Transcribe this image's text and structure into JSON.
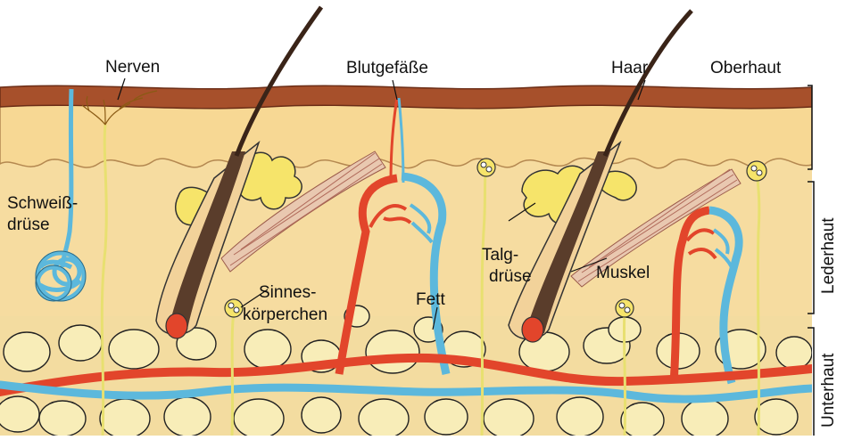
{
  "diagram": {
    "labels": {
      "nerven": "Nerven",
      "blutgefaesse": "Blutgefäße",
      "haar": "Haar",
      "oberhaut": "Oberhaut",
      "schweiss_1": "Schweiß-",
      "schweiss_2": "drüse",
      "sinnes_1": "Sinnes-",
      "sinnes_2": "körperchen",
      "fett": "Fett",
      "talg_1": "Talg-",
      "talg_2": "drüse",
      "muskel": "Muskel",
      "lederhaut": "Lederhaut",
      "unterhaut": "Unterhaut"
    },
    "colors": {
      "epidermis": "#a7502b",
      "dermis": "#f6dca0",
      "fat_cell": "#f8edb8",
      "artery": "#e2452b",
      "vein": "#5cb8dc",
      "gland": "#f6e46a",
      "nerve": "#e8e070",
      "muscle": "#c98a78",
      "hair": "#3a2418"
    }
  }
}
